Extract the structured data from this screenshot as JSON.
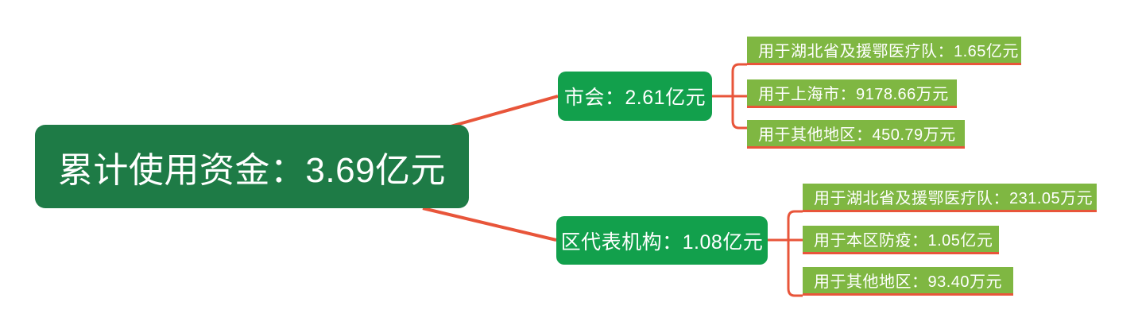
{
  "diagram": {
    "type": "mindmap",
    "orientation": "left-to-right",
    "colors": {
      "root_fill": "#1E7B46",
      "branch_fill": "#12A04C",
      "leaf_fill": "#7FB742",
      "connector": "#E8553A",
      "text": "#FFFFFF",
      "background": "#FFFFFF"
    },
    "root": {
      "label": "累计使用资金：3.69亿元"
    },
    "branches": [
      {
        "label": "市会：2.61亿元",
        "children": [
          {
            "label": "用于湖北省及援鄂医疗队：1.65亿元"
          },
          {
            "label": "用于上海市：9178.66万元"
          },
          {
            "label": "用于其他地区：450.79万元"
          }
        ]
      },
      {
        "label": "区代表机构：1.08亿元",
        "children": [
          {
            "label": "用于湖北省及援鄂医疗队：231.05万元"
          },
          {
            "label": "用于本区防疫：1.05亿元"
          },
          {
            "label": "用于其他地区：93.40万元"
          }
        ]
      }
    ]
  }
}
